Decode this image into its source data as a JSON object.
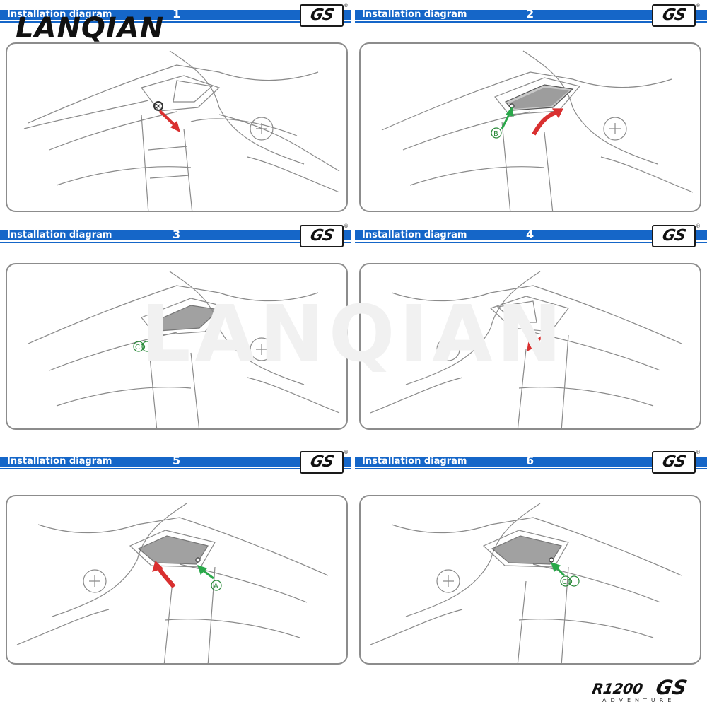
{
  "brand": {
    "logo_text": "LANQIAN",
    "watermark_text": "LANQIAN"
  },
  "footer": {
    "model": "R1200",
    "gs": "GS",
    "sub": "ADVENTURE"
  },
  "steps": [
    {
      "title": "Installation diagram",
      "number": "1",
      "badge": "GS",
      "callout": ""
    },
    {
      "title": "Installation diagram",
      "number": "2",
      "badge": "GS",
      "callout": "B"
    },
    {
      "title": "Installation diagram",
      "number": "3",
      "badge": "GS",
      "callout": "CD"
    },
    {
      "title": "Installation diagram",
      "number": "4",
      "badge": "GS",
      "callout": ""
    },
    {
      "title": "Installation diagram",
      "number": "5",
      "badge": "GS",
      "callout": "A"
    },
    {
      "title": "Installation diagram",
      "number": "6",
      "badge": "GS",
      "callout": "CD"
    }
  ],
  "colors": {
    "band": "#1566c8",
    "arrow_red": "#d93030",
    "arrow_green": "#2aa84a",
    "panel_border": "#8c8c8c"
  }
}
